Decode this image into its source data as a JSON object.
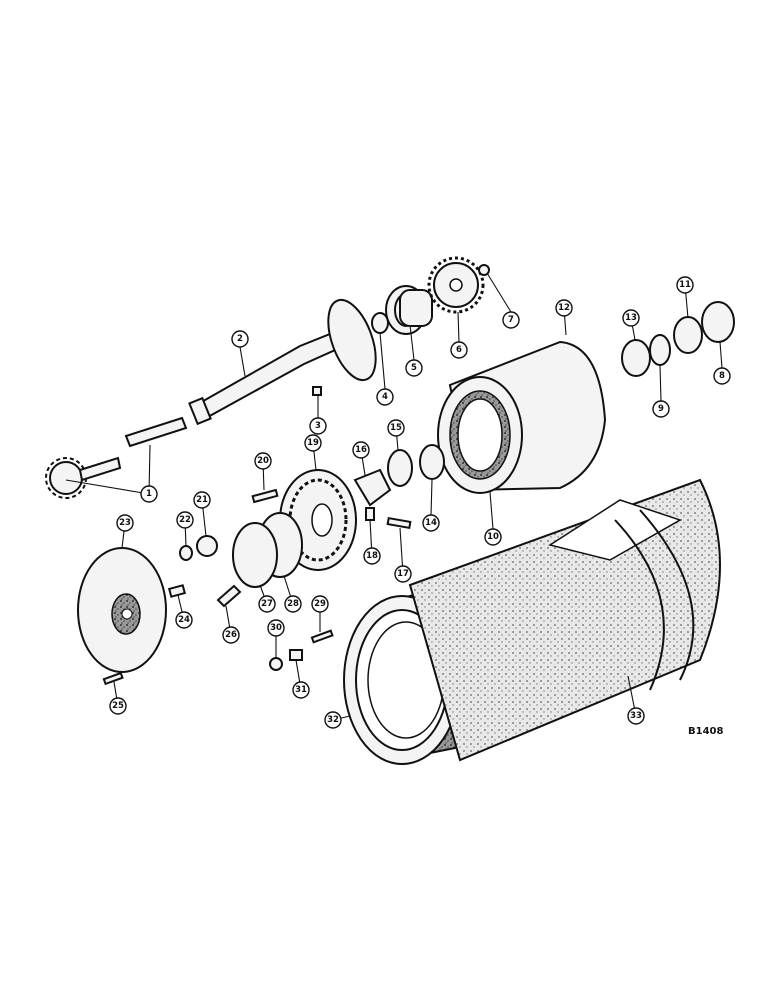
{
  "figure_code": "B1408",
  "callouts": [
    "1",
    "2",
    "3",
    "4",
    "5",
    "6",
    "7",
    "8",
    "9",
    "10",
    "11",
    "12",
    "13",
    "14",
    "15",
    "16",
    "17",
    "18",
    "19",
    "20",
    "21",
    "22",
    "23",
    "24",
    "25",
    "26",
    "27",
    "28",
    "29",
    "30",
    "31",
    "32",
    "33"
  ]
}
